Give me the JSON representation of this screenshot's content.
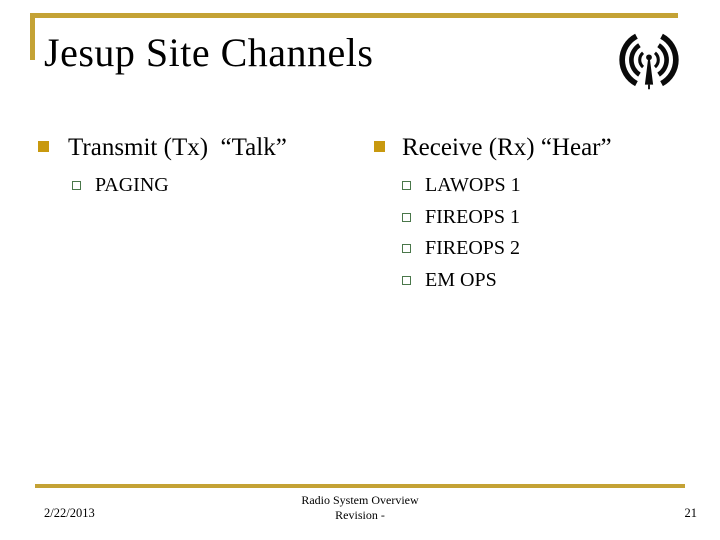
{
  "slide": {
    "title": "Jesup Site Channels",
    "footer": {
      "date": "2/22/2013",
      "center_line1": "Radio System Overview",
      "center_line2": "Revision -",
      "page_number": "21"
    }
  },
  "columns": {
    "left": {
      "heading": "Transmit (Tx)  “Talk”",
      "items": [
        "PAGING"
      ]
    },
    "right": {
      "heading": "Receive (Rx) “Hear”",
      "items": [
        "LAWOPS 1",
        "FIREOPS 1",
        "FIREOPS 2",
        "EM OPS"
      ]
    }
  },
  "icons": {
    "antenna": "radio-antenna-broadcast-icon"
  },
  "colors": {
    "gold_line": "#C4A235",
    "bullet_gold": "#C8990F",
    "sub_bullet_green": "#4A774A",
    "text": "#000000",
    "background": "#FFFFFF"
  }
}
